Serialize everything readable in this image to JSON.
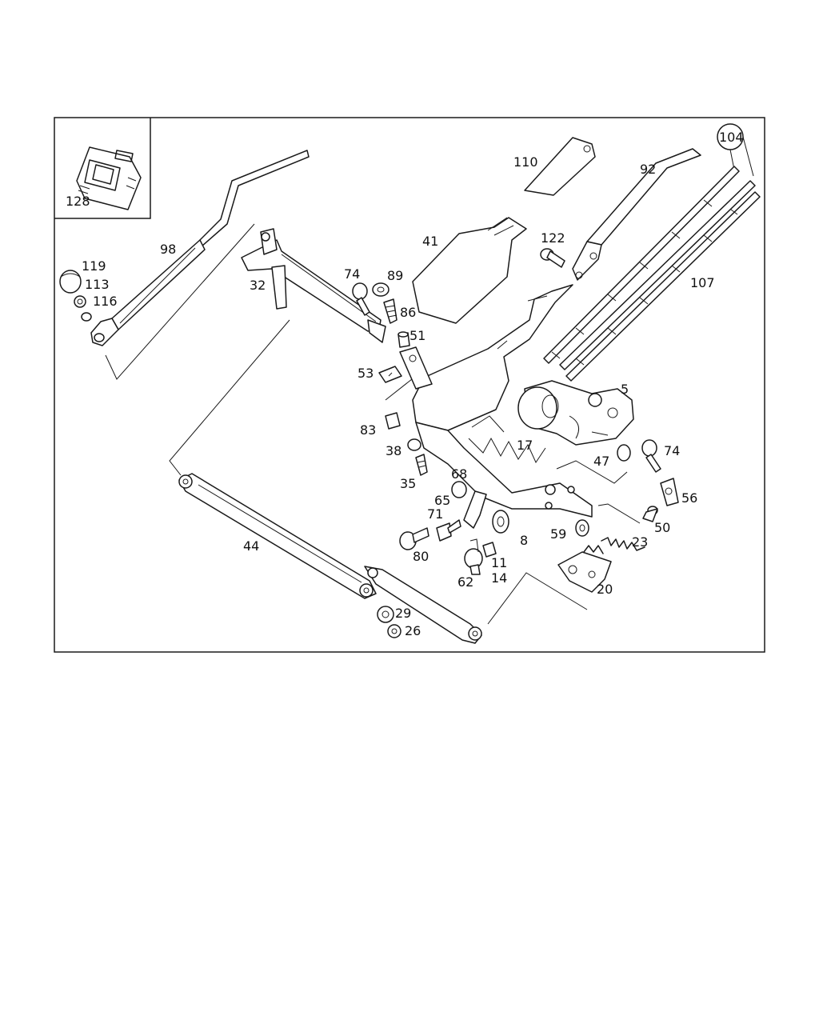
{
  "labels": {
    "l128": "128",
    "l98": "98",
    "l119": "119",
    "l113": "113",
    "l116": "116",
    "l32": "32",
    "l74a": "74",
    "l89": "89",
    "l86": "86",
    "l51": "51",
    "l53": "53",
    "l83": "83",
    "l38": "38",
    "l35": "35",
    "l41": "41",
    "l110": "110",
    "l122": "122",
    "l92": "92",
    "l104": "104",
    "l107": "107",
    "l5": "5",
    "l17": "17",
    "l47": "47",
    "l74b": "74",
    "l56": "56",
    "l50": "50",
    "l68": "68",
    "l65": "65",
    "l71": "71",
    "l8": "8",
    "l59": "59",
    "l23": "23",
    "l80": "80",
    "l11": "11",
    "l14": "14",
    "l62": "62",
    "l20": "20",
    "l44": "44",
    "l29": "29",
    "l26": "26"
  }
}
